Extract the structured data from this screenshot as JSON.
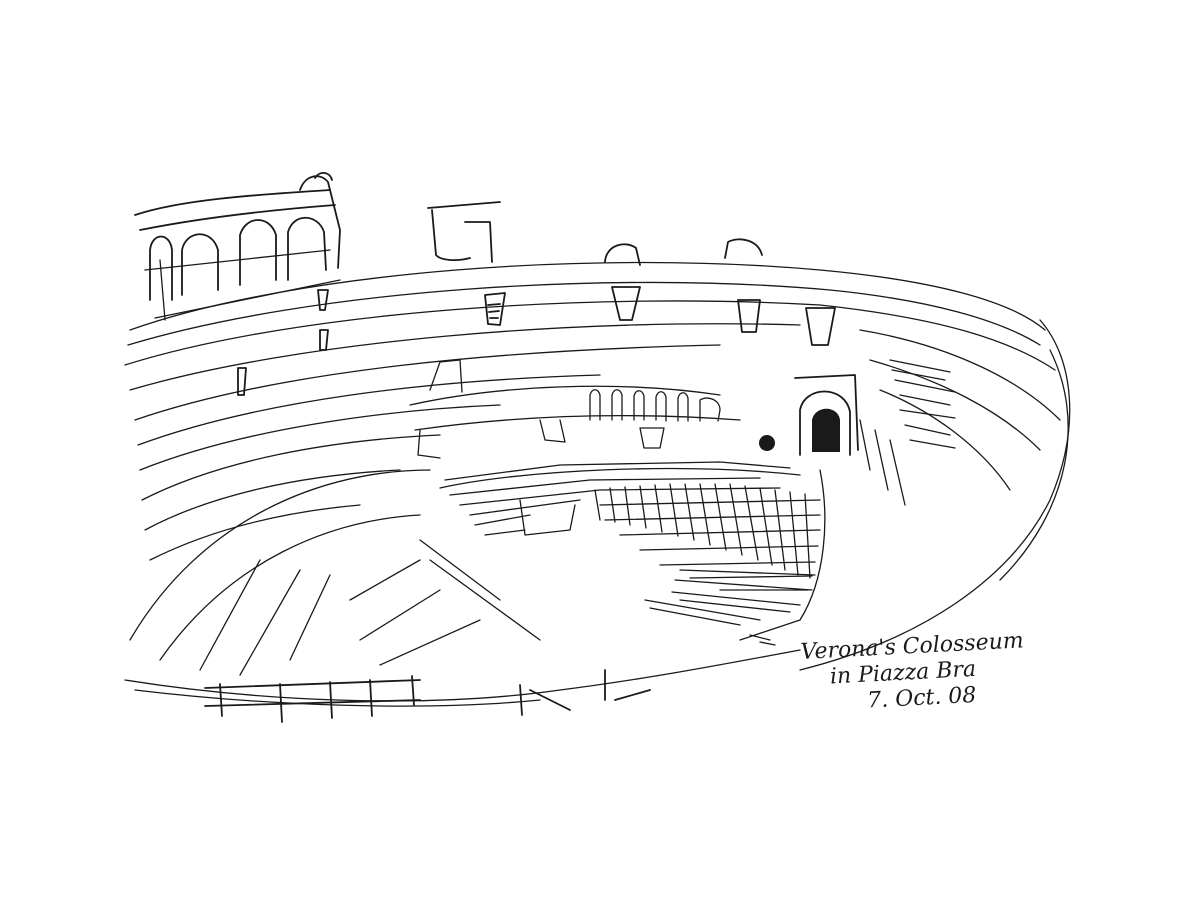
{
  "artwork": {
    "subject": "Pen sketch of the Roman amphitheatre (Arena) in Verona",
    "medium": "black ink on white paper",
    "background_color": "#ffffff",
    "ink_color": "#1a1a1a"
  },
  "caption": {
    "line1": "Verona's Colosseum",
    "line2": "in Piazza Bra",
    "line3": "7. Oct. 08"
  }
}
